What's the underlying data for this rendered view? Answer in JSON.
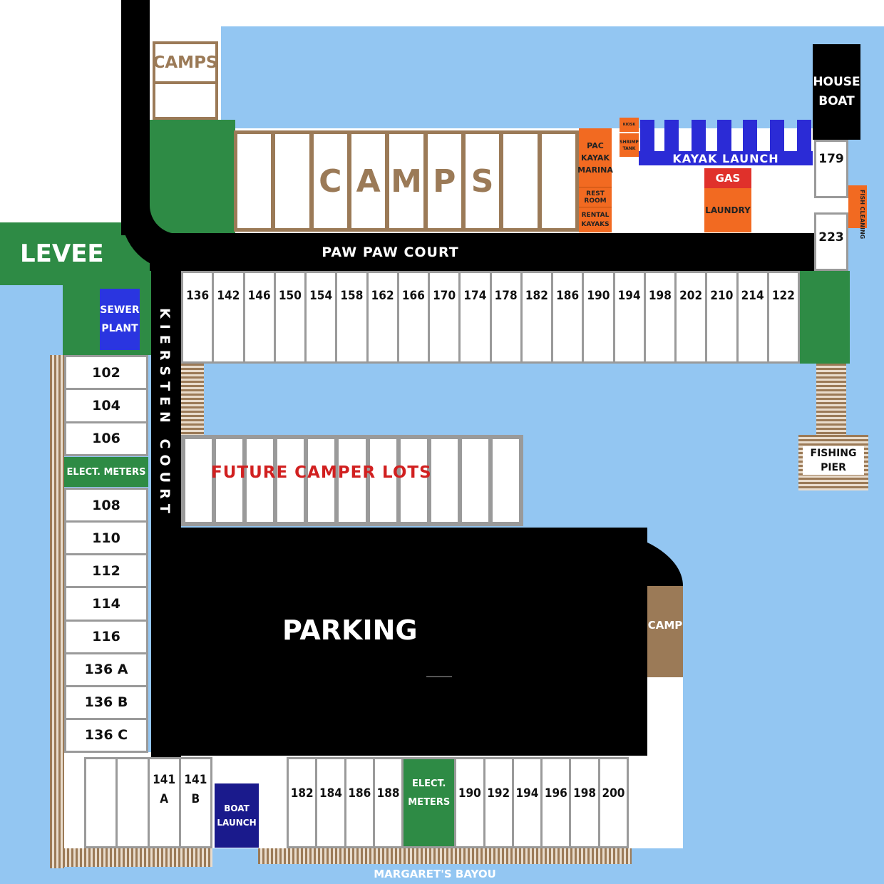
{
  "map": {
    "roads": {
      "top_street": "PAW PAW COURT",
      "side_street": "KIERSTEN COURT",
      "parking": "PARKING"
    },
    "labels": {
      "levee": "LEVEE",
      "sewer_plant": "SEWER PLANT",
      "camps_small": "CAMPS",
      "camps_letters": [
        "C",
        "A",
        "M",
        "P",
        "S"
      ],
      "house_boat": "HOUSE BOAT",
      "kayak_launch": "KAYAK LAUNCH",
      "pac_kayak_marina": "PAC KAYAK MARINA",
      "rest_room": "REST ROOM",
      "rental_kayaks": "RENTAL KAYAKS",
      "kiosk_small": "KIOSK",
      "shrimp_tank": "SHRIMP TANK",
      "gas": "GAS",
      "laundry": "LAUNDRY",
      "fish_cleaning": "FISH CLEANING",
      "fishing_pier": "FISHING PIER",
      "future_lots": "FUTURE CAMPER LOTS",
      "elect_meters_left": "ELECT. METERS",
      "elect_meters_bottom": "ELECT. METERS",
      "camp": "CAMP",
      "boat_launch": "BOAT LAUNCH",
      "margarets_bayou": "MARGARET'S BAYOU"
    },
    "top_row_lots": [
      "136",
      "142",
      "146",
      "150",
      "154",
      "158",
      "162",
      "166",
      "170",
      "174",
      "178",
      "182",
      "186",
      "190",
      "194",
      "198",
      "202",
      "210",
      "214",
      "122"
    ],
    "right_lots": [
      "179",
      "223"
    ],
    "left_lots_upper": [
      "102",
      "104",
      "106"
    ],
    "left_lots_lower": [
      "108",
      "110",
      "112",
      "114",
      "116",
      "136 A",
      "136 B",
      "136 C"
    ],
    "bottom_lots_left": [
      "",
      "",
      "141 A",
      "141 B"
    ],
    "bottom_lots_right_a": [
      "182",
      "184",
      "186",
      "188"
    ],
    "bottom_lots_right_b": [
      "190",
      "192",
      "194",
      "196",
      "198",
      "200"
    ]
  },
  "colors": {
    "water": "#93c6f2",
    "grass": "#2e8b45",
    "road": "#000000",
    "camp_brown": "#9b7a57",
    "orange": "#f26a21",
    "kayak_blue": "#2b2bd6",
    "gas_red": "#e0312b",
    "boat_launch_navy": "#1a1a8c",
    "sewer_blue": "#2a35e0",
    "future_red": "#d12020"
  }
}
